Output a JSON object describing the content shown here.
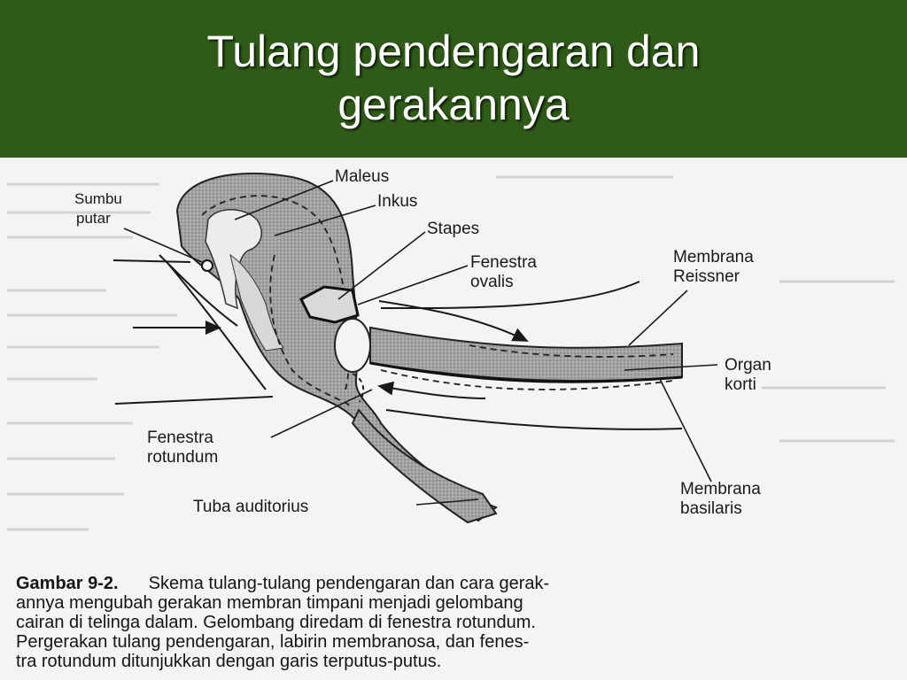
{
  "slide": {
    "title_line1": "Tulang pendengaran dan",
    "title_line2": "gerakannya"
  },
  "diagram": {
    "labels": {
      "maleus": "Maleus",
      "inkus": "Inkus",
      "stapes": "Stapes",
      "sumbu_putar_1": "Sumbu",
      "sumbu_putar_2": "putar",
      "fenestra_ovalis_1": "Fenestra",
      "fenestra_ovalis_2": "ovalis",
      "membrana_reissner_1": "Membrana",
      "membrana_reissner_2": "Reissner",
      "organ_korti_1": "Organ",
      "organ_korti_2": "korti",
      "fenestra_rotundum_1": "Fenestra",
      "fenestra_rotundum_2": "rotundum",
      "tuba_auditorius": "Tuba auditorius",
      "membrana_basilaris_1": "Membrana",
      "membrana_basilaris_2": "basilaris"
    }
  },
  "caption": {
    "label": "Gambar 9-2.",
    "line1": "Skema tulang-tulang pendengaran dan cara gerak-",
    "line2": "annya mengubah gerakan membran timpani menjadi gelombang",
    "line3": "cairan di telinga dalam. Gelombang diredam di fenestra rotundum.",
    "line4": "Pergerakan tulang pendengaran, labirin membranosa, dan fenes-",
    "line5": "tra rotundum ditunjukkan dengan garis terputus-putus."
  },
  "colors": {
    "header_bg": "#2f5a17",
    "title_text": "#ffffff",
    "panel_bg": "#f4f4f2",
    "bone_fill": "#9a9a9a",
    "ink": "#1a1a1a"
  }
}
